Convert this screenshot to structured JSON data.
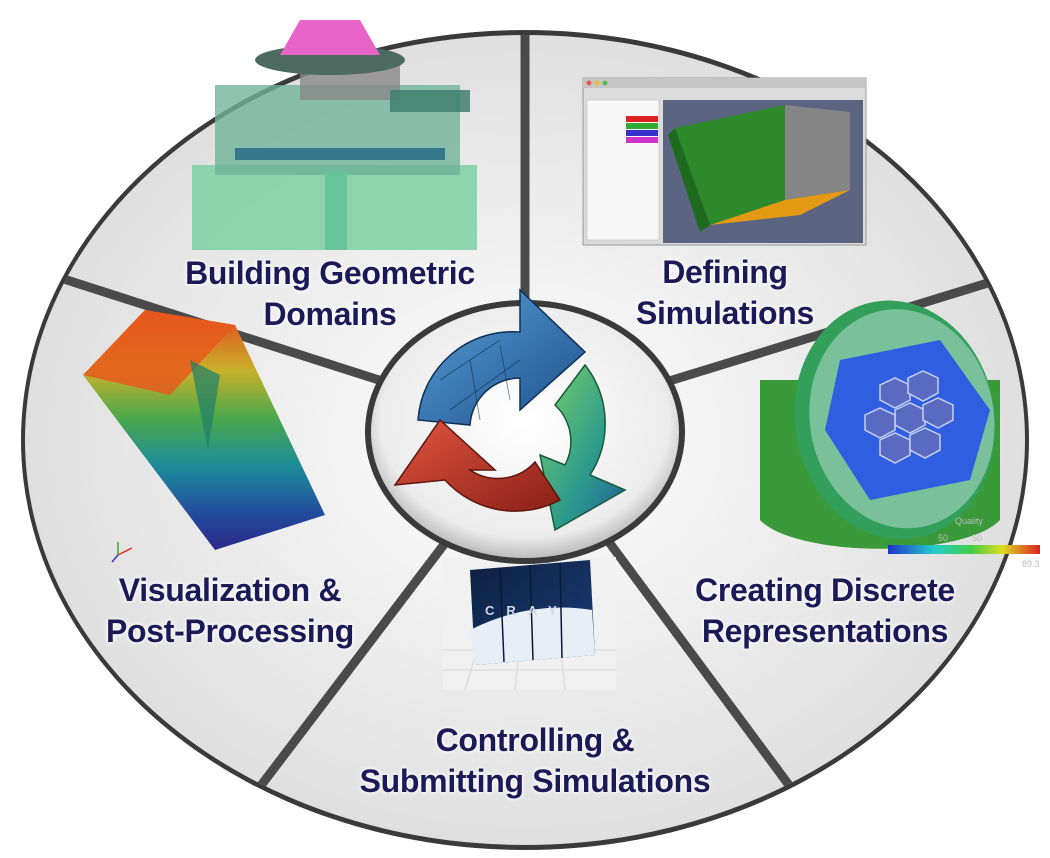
{
  "segments": {
    "building": {
      "label_line1": "Building Geometric",
      "label_line2": "Domains"
    },
    "defining": {
      "label_line1": "Defining",
      "label_line2": "Simulations"
    },
    "discrete": {
      "label_line1": "Creating Discrete",
      "label_line2": "Representations"
    },
    "controlling": {
      "label_line1": "Controlling &",
      "label_line2": "Submitting Simulations"
    },
    "visualization": {
      "label_line1": "Visualization &",
      "label_line2": "Post-Processing"
    }
  },
  "icons": {
    "center": "recycle-arrows-icon",
    "building": "cad-assembly-thumbnail",
    "defining": "simulation-software-screenshot",
    "discrete": "hexagonal-mesh-cylinder-thumbnail",
    "controlling": "supercomputer-cabinet-thumbnail",
    "visualization": "gradient-field-plot-thumbnail"
  },
  "mesh_colorbar": {
    "title": "Quality",
    "tick_mid1": "50",
    "tick_mid2": "50",
    "tick_max": "89.3"
  },
  "supercomputer_brand": "CRAY",
  "colors": {
    "label_text": "#1b1a57",
    "segment_fill": "#f2f2f2",
    "divider": "#4a4a4a",
    "arrow_blue": "#2b6fb0",
    "arrow_red": "#b8362a",
    "arrow_green": "#4aa84a"
  }
}
